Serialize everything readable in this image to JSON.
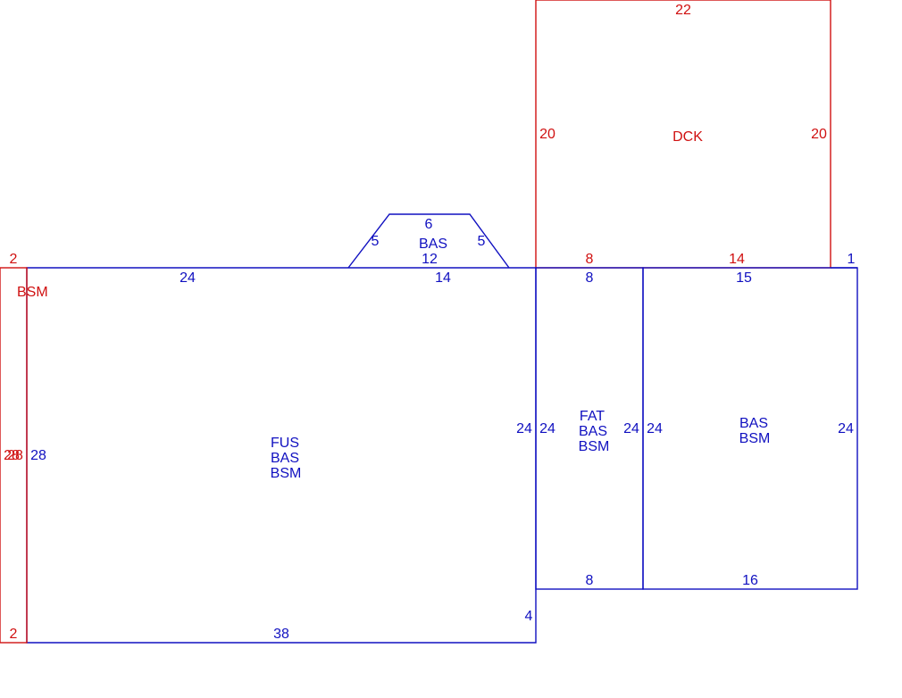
{
  "colors": {
    "blue": "#1010c0",
    "red": "#d01010"
  },
  "areas": {
    "dck": {
      "label": "DCK"
    },
    "bas_small": {
      "label": "BAS"
    },
    "bsm_strip": {
      "label": "BSM"
    },
    "fus": {
      "lines": [
        "FUS",
        "BAS",
        "BSM"
      ]
    },
    "fat": {
      "lines": [
        "FAT",
        "BAS",
        "BSM"
      ]
    },
    "bas_right": {
      "lines": [
        "BAS",
        "BSM"
      ]
    }
  },
  "dimensions": {
    "dck_top": "22",
    "dck_left": "20",
    "dck_right": "20",
    "dck_bottom_a": "8",
    "dck_bottom_b": "14",
    "bas_top": "6",
    "bas_left": "5",
    "bas_right": "5",
    "bas_bottom": "12",
    "strip_top": "2",
    "strip_bottom": "2",
    "strip_left": "28",
    "strip_left_overlap": "28",
    "fus_top_a": "24",
    "fus_top_b": "14",
    "fus_left": "28",
    "fus_right": "24",
    "fus_bottom": "38",
    "fus_jog": "4",
    "fat_top": "8",
    "fat_left": "24",
    "fat_right": "24",
    "fat_bottom": "8",
    "right_top": "15",
    "right_left": "24",
    "right_right": "24",
    "right_bottom": "16",
    "right_corner": "1"
  }
}
